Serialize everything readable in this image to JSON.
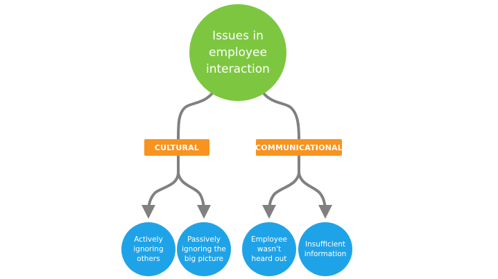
{
  "colors": {
    "root": "#7dc740",
    "category": "#f7931e",
    "leaf": "#1fa3e8",
    "connector": "#808080"
  },
  "root": {
    "label": "Issues in\nemployee\ninteraction"
  },
  "categories": [
    {
      "label": "CULTURAL"
    },
    {
      "label": "COMMUNICATIONAL"
    }
  ],
  "leaves": [
    {
      "label": "Actively\nignoring\nothers"
    },
    {
      "label": "Passively\nignoring the\nbig picture"
    },
    {
      "label": "Employee\nwasn't\nheard out"
    },
    {
      "label": "Insufficient\ninformation"
    }
  ]
}
